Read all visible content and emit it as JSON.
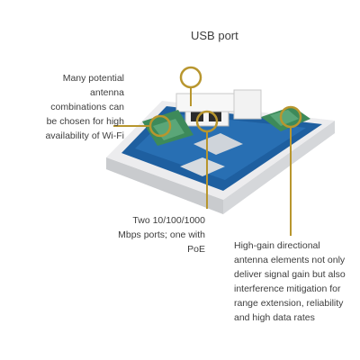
{
  "callouts": {
    "usb": [
      "USB port"
    ],
    "antenna": [
      "Many potential",
      "antenna",
      "combinations can",
      "be chosen for high",
      "availability of Wi-Fi"
    ],
    "ports": [
      "Two 10/100/1000",
      "Mbps ports; one with",
      "PoE"
    ],
    "highgain": [
      "High-gain directional",
      "antenna elements not only",
      "deliver signal gain but also",
      "interference mitigation for",
      "range extension, reliability",
      "and high data rates"
    ]
  },
  "colors": {
    "callout": "#b8962e",
    "board": "#1e5fa0",
    "pcb": "#3d8a5a",
    "case": "#e9eaec"
  }
}
